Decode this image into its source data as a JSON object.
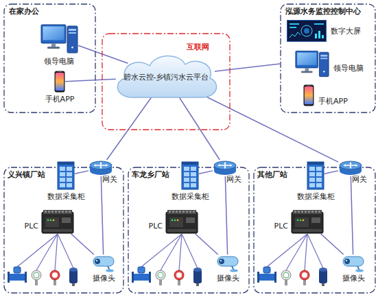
{
  "diagram": {
    "nodes": [
      {
        "text": [
          "在家办公"
        ]
      },
      {
        "text": [
          "领导电脑"
        ],
        "in": 0
      },
      {
        "text": [
          "手机APP"
        ],
        "in": 0
      },
      {
        "text": [
          "互联网"
        ]
      },
      {
        "text": [
          "碧水云控-乡镇污水云平台"
        ],
        "in": 3
      },
      {
        "text": [
          "泓源水务监控控制中心"
        ]
      },
      {
        "text": [
          "数字大屏"
        ],
        "in": 5
      },
      {
        "text": [
          "领导电脑"
        ],
        "in": 5
      },
      {
        "text": [
          "手机APP"
        ],
        "in": 5
      },
      {
        "text": [
          "义兴镇厂站"
        ]
      },
      {
        "text": [
          "数据采集柜"
        ],
        "in": 9
      },
      {
        "text": [
          "网关"
        ],
        "in": 9
      },
      {
        "text": [
          "PLC"
        ],
        "in": 9
      },
      {
        "text": [
          "摄像头"
        ],
        "in": 9
      },
      {
        "text": [
          "车龙乡厂站"
        ]
      },
      {
        "text": [
          "数据采集柜"
        ],
        "in": 14
      },
      {
        "text": [
          "网关"
        ],
        "in": 14
      },
      {
        "text": [
          "PLC"
        ],
        "in": 14
      },
      {
        "text": [
          "摄像头"
        ],
        "in": 14
      },
      {
        "text": [
          "其他厂站"
        ]
      },
      {
        "text": [
          "数据采集柜"
        ],
        "in": 19
      },
      {
        "text": [
          "网关"
        ],
        "in": 19
      },
      {
        "text": [
          "PLC"
        ],
        "in": 19
      },
      {
        "text": [
          "摄像头"
        ],
        "in": 19
      }
    ],
    "edges": [
      {
        "from": 1,
        "to": 4,
        "arrow": "none"
      },
      {
        "from": 2,
        "to": 4,
        "arrow": "none"
      },
      {
        "from": 4,
        "to": 5,
        "arrow": "none"
      },
      {
        "from": 4,
        "to": 11,
        "arrow": "none"
      },
      {
        "from": 4,
        "to": 16,
        "arrow": "none"
      },
      {
        "from": 4,
        "to": 21,
        "arrow": "none"
      },
      {
        "from": 11,
        "to": 10,
        "arrow": "none"
      },
      {
        "from": 11,
        "to": 13,
        "arrow": "none"
      },
      {
        "from": 12,
        "to": 13,
        "arrow": "none"
      },
      {
        "from": 16,
        "to": 15,
        "arrow": "none"
      },
      {
        "from": 16,
        "to": 18,
        "arrow": "none"
      },
      {
        "from": 17,
        "to": 18,
        "arrow": "none"
      },
      {
        "from": 21,
        "to": 20,
        "arrow": "none"
      },
      {
        "from": 21,
        "to": 23,
        "arrow": "none"
      },
      {
        "from": 22,
        "to": 23,
        "arrow": "none"
      }
    ]
  }
}
